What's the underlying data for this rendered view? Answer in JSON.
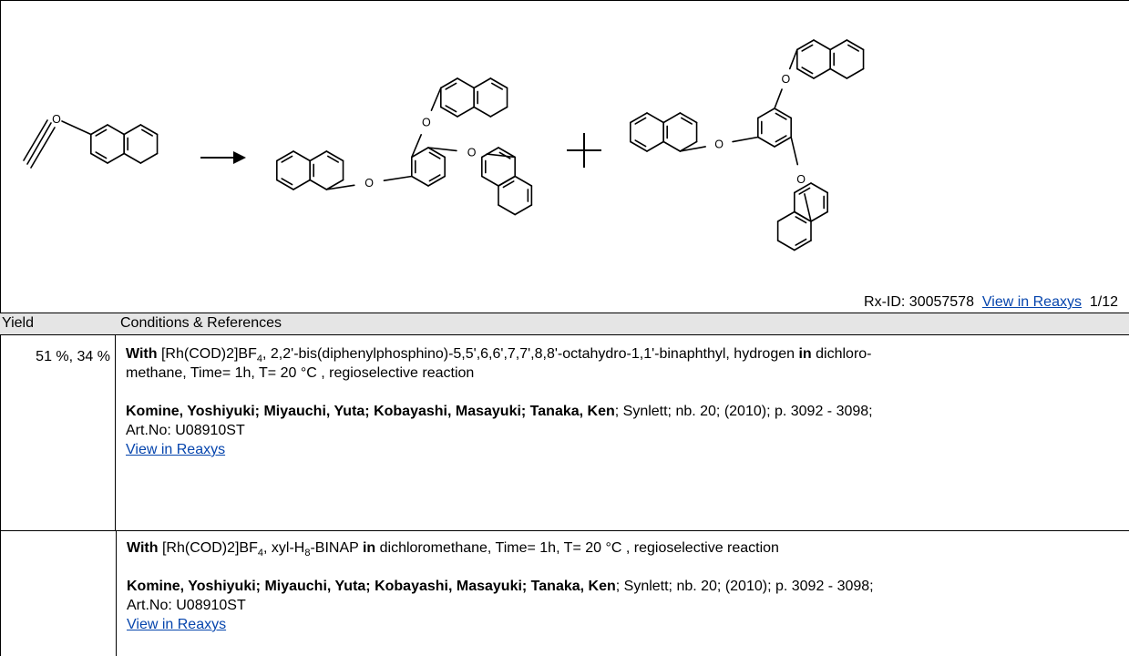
{
  "reaction": {
    "atom_label": "O",
    "plus": "+",
    "rx_id_label": "Rx-ID: 30057578",
    "view_link": "View in Reaxys",
    "page_counter": "1/12"
  },
  "table": {
    "header_yield": "Yield",
    "header_conditions": "Conditions & References",
    "rows": [
      {
        "yield": "51 %, 34 %",
        "with_word": "With",
        "reagents_a": "[Rh(COD)2]BF",
        "reagents_a_sub": "4",
        "reagents_b": ", 2,2'-bis(diphenylphosphino)-5,5',6,6',7,7',8,8'-octahydro-1,1'-binaphthyl, hydrogen ",
        "in_word": "in",
        "solvent": " dichloro-",
        "conditions_line2": "methane, Time= 1h, T= 20 °C , regioselective reaction",
        "authors": "Komine, Yoshiyuki; Miyauchi, Yuta; Kobayashi, Masayuki; Tanaka, Ken",
        "citation": "; Synlett; nb. 20; (2010); p. 3092 - 3098;",
        "art_no": "Art.No: U08910ST",
        "link": "View in Reaxys"
      },
      {
        "yield": "",
        "with_word": "With",
        "reagents_a": "[Rh(COD)2]BF",
        "reagents_a_sub": "4",
        "reagents_b": ", xyl-H",
        "reagents_b_sub": "8",
        "reagents_c": "-BINAP ",
        "in_word": "in",
        "solvent": " dichloromethane, Time= 1h, T= 20 °C , regioselective reaction",
        "authors": "Komine, Yoshiyuki; Miyauchi, Yuta; Kobayashi, Masayuki; Tanaka, Ken",
        "citation": "; Synlett; nb. 20; (2010); p. 3092 - 3098;",
        "art_no": "Art.No: U08910ST",
        "link": "View in Reaxys"
      }
    ]
  }
}
